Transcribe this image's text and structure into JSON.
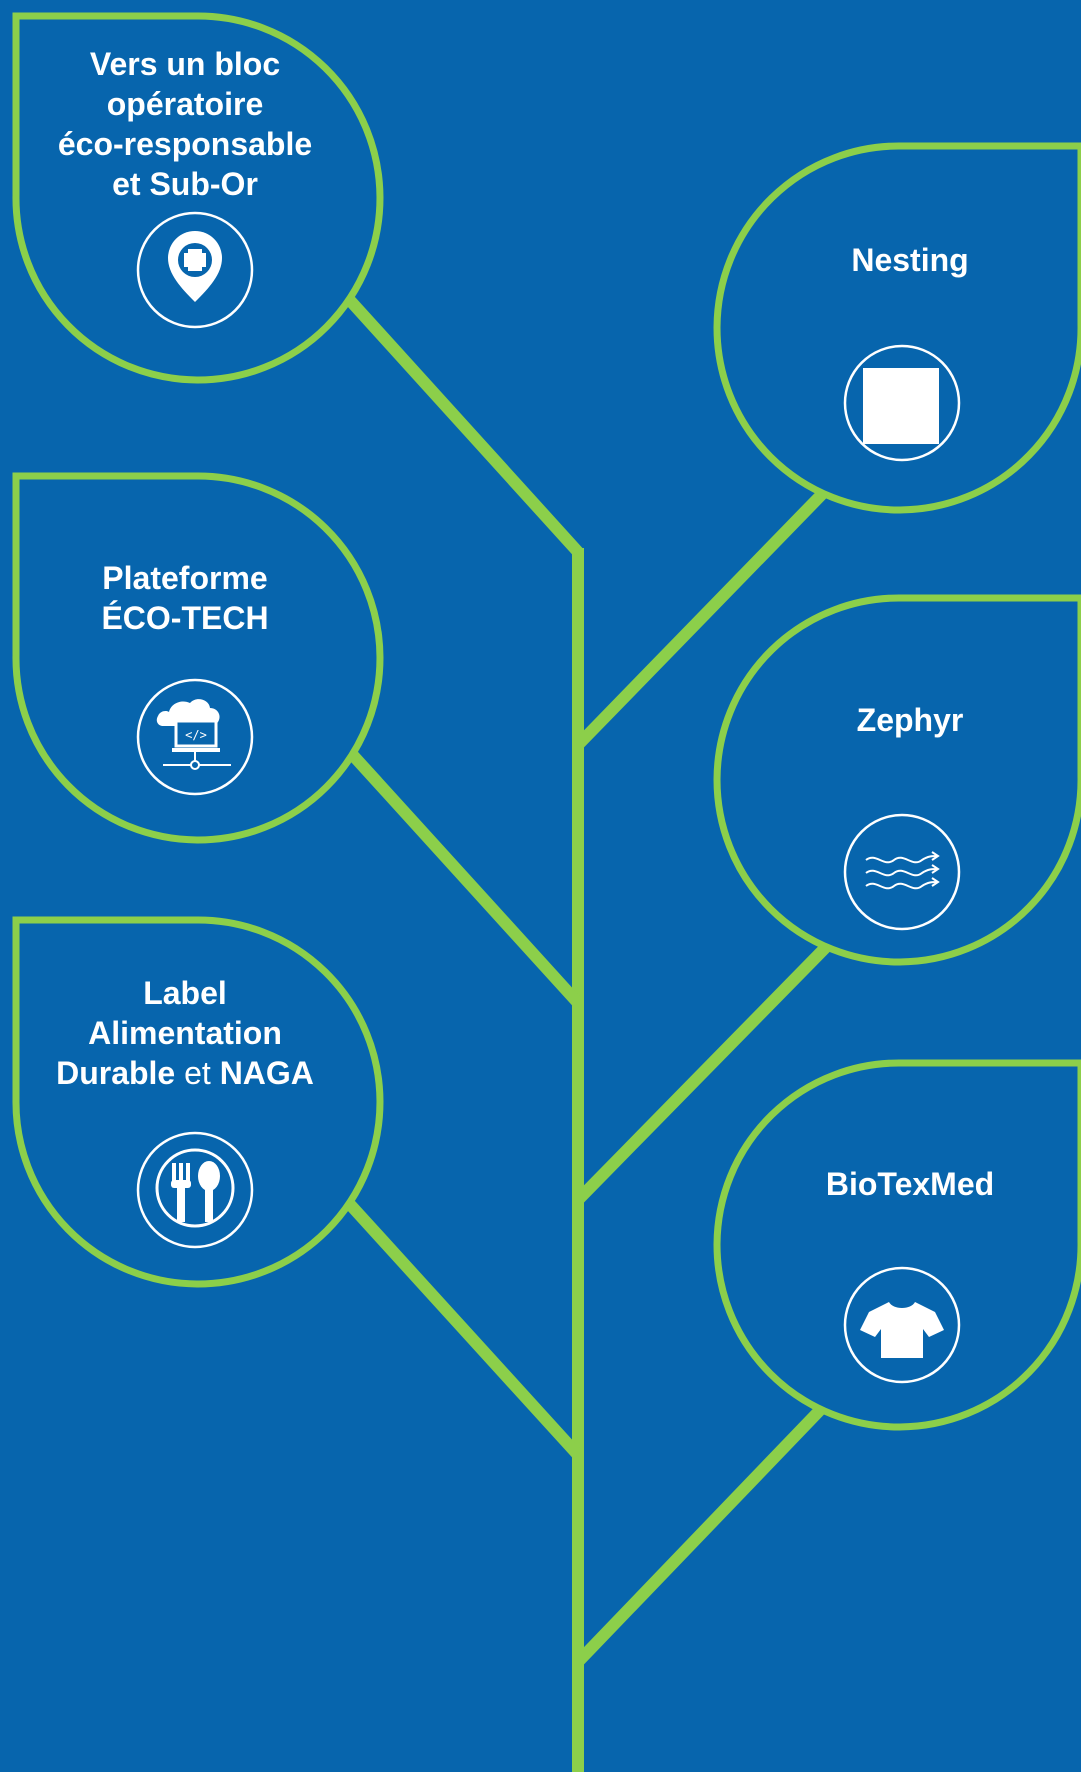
{
  "colors": {
    "background": "#0765AD",
    "branch": "#8CCF4A",
    "text": "#ffffff"
  },
  "leaves": [
    {
      "id": "bloc-operatoire",
      "title_lines": [
        "Vers un bloc",
        "opératoire",
        "éco-responsable",
        "et Sub-Or"
      ],
      "icon": "medical-location-plus-icon"
    },
    {
      "id": "nesting",
      "title_lines": [
        "Nesting"
      ],
      "icon": "square-icon"
    },
    {
      "id": "eco-tech",
      "title_lines": [
        "Plateforme",
        "ÉCO-TECH"
      ],
      "icon": "cloud-computer-icon"
    },
    {
      "id": "zephyr",
      "title_lines": [
        "Zephyr"
      ],
      "icon": "wind-waves-icon"
    },
    {
      "id": "alimentation",
      "title_lines": [
        "Label",
        "Alimentation"
      ],
      "title_last": {
        "durable": "Durable",
        "et": "et",
        "naga": "NAGA"
      },
      "icon": "fork-spoon-icon"
    },
    {
      "id": "biotexmed",
      "title_lines": [
        "BioTexMed"
      ],
      "icon": "tshirt-icon"
    }
  ]
}
